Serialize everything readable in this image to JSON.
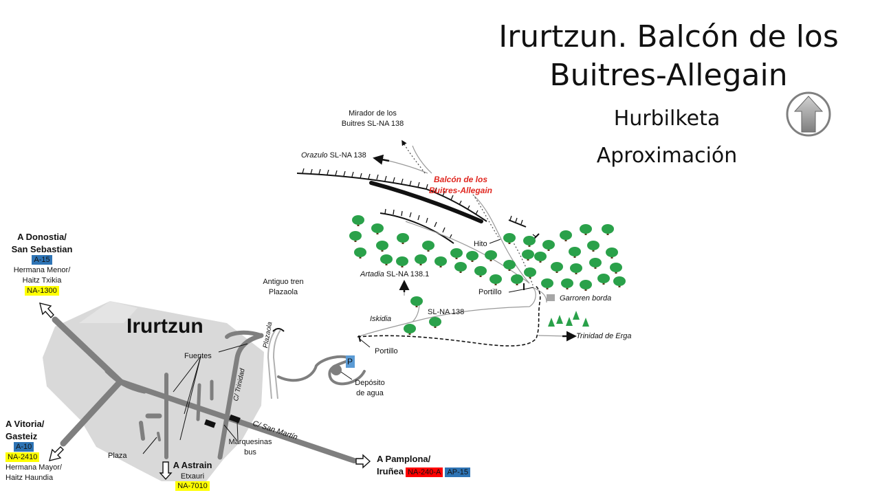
{
  "title": {
    "line1": "Irurtzun. Balcón de los",
    "line2": "Buitres-Allegain",
    "basque": "Hurbilketa",
    "spanish": "Aproximación"
  },
  "town": "Irurtzun",
  "peak": {
    "line1": "Balcón de los",
    "line2": "Buitres-Allegain"
  },
  "labels": {
    "mirador_1": "Mirador de los",
    "mirador_2": "Buitres SL-NA  138",
    "orazulo_name": "Orazulo",
    "orazulo_code": " SL-NA  138",
    "hito": "Hito",
    "artadia_name": "Artadia",
    "artadia_code": " SL-NA  138.1",
    "portillo_upper": "Portillo",
    "garroren": "Garroren  borda",
    "trinidad_erga": "Trinidad de Erga",
    "sl138": "SL-NA  138",
    "iskidia": "Iskidia",
    "portillo_lower": "Portillo",
    "parking": "P",
    "deposito_1": "Depósito",
    "deposito_2": "de agua",
    "tren_1": "Antiguo tren",
    "tren_2": "Plazaola",
    "plazaola_street": "Plazaola",
    "trinidad_street": "C/ Trinidad",
    "fuentes": "Fuentes",
    "san_martin": "C/ San Martín",
    "marquesinas_1": "Marquesinas",
    "marquesinas_2": "bus",
    "plaza": "Plaza"
  },
  "destinations": {
    "donostia": {
      "line1": "A Donostia/",
      "line2": "San Sebastian",
      "road1": "A-15",
      "note1": "Hermana Menor/",
      "note2": "Haitz Txikia",
      "road2": "NA-1300"
    },
    "vitoria": {
      "line1": "A Vitoria/",
      "line2": "Gasteiz",
      "road1": "A-10",
      "road2": "NA-2410",
      "note1": "Hermana Mayor/",
      "note2": "Haitz Haundia"
    },
    "astrain": {
      "line1": "A Astrain",
      "line2": "Etxauri",
      "road": "NA-7010"
    },
    "pamplona": {
      "line1": "A Pamplona/",
      "line2": "Iruñea",
      "road1": "NA-240-A",
      "road2": "AP-15"
    }
  },
  "icons": {
    "north": "north-arrow-icon"
  },
  "colors": {
    "town_area": "#d9d9d9",
    "road": "#7f7f7f",
    "tree": "#2aa14a",
    "peak_label": "#e0261f",
    "highway_blue": "#2e74b5",
    "regional_yellow": "#ffff00",
    "national_red": "#ff0000"
  }
}
